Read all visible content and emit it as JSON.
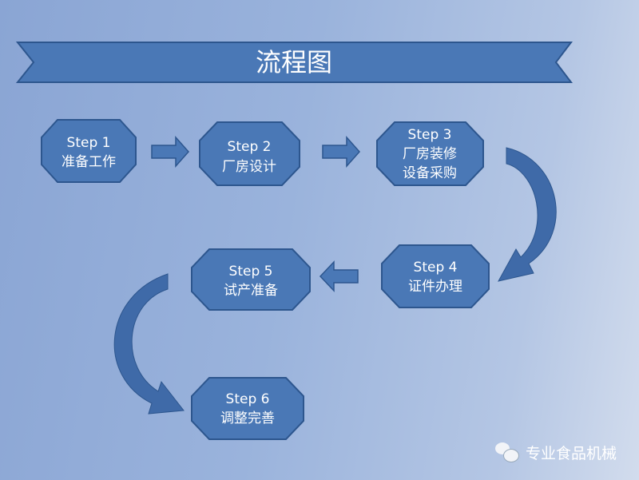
{
  "title": "流程图",
  "steps": [
    {
      "label": "Step 1",
      "lines": [
        "准备工作"
      ]
    },
    {
      "label": "Step 2",
      "lines": [
        "厂房设计"
      ]
    },
    {
      "label": "Step 3",
      "lines": [
        "厂房装修",
        "设备采购"
      ]
    },
    {
      "label": "Step 4",
      "lines": [
        "证件办理"
      ]
    },
    {
      "label": "Step 5",
      "lines": [
        "试产准备"
      ]
    },
    {
      "label": "Step 6",
      "lines": [
        "调整完善"
      ]
    }
  ],
  "watermark": "专业食品机械",
  "colors": {
    "node_fill": "#4a78b6",
    "node_stroke": "#2d568e",
    "text": "#ffffff"
  }
}
